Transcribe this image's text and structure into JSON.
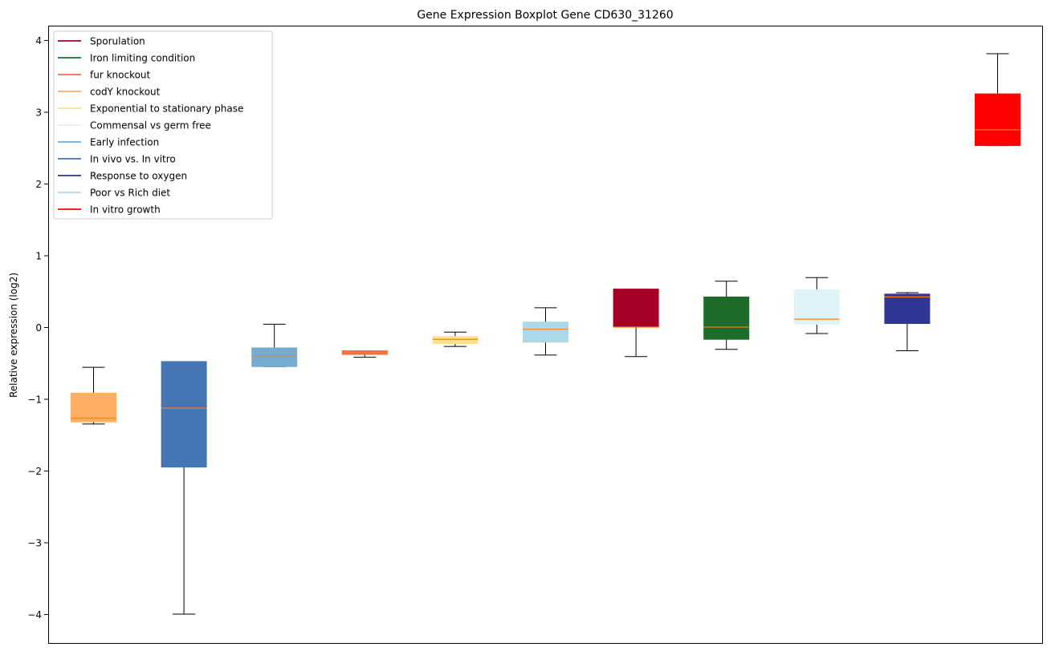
{
  "chart_data": {
    "type": "boxplot",
    "title": "Gene Expression Boxplot Gene CD630_31260",
    "xlabel": "",
    "ylabel": "Relative expression (log2)",
    "ylim": [
      -4.4,
      4.3
    ],
    "yticks": [
      -4,
      -3,
      -2,
      -1,
      0,
      1,
      2,
      3,
      4
    ],
    "ytick_labels": [
      "−4",
      "−3",
      "−2",
      "−1",
      "0",
      "1",
      "2",
      "3",
      "4"
    ],
    "grid": false,
    "median_color": "#ff7f0e",
    "legend": {
      "placement": "top-left",
      "entries": [
        {
          "label": "Sporulation",
          "color": "#a50026"
        },
        {
          "label": "Iron limiting condition",
          "color": "#1f6b2b"
        },
        {
          "label": "fur knockout",
          "color": "#f46d43"
        },
        {
          "label": "codY knockout",
          "color": "#fdae61"
        },
        {
          "label": "Exponential to stationary phase",
          "color": "#fee090"
        },
        {
          "label": "Commensal vs germ free",
          "color": "#e0f3f8"
        },
        {
          "label": "Early infection",
          "color": "#74add1"
        },
        {
          "label": "In vivo vs. In vitro",
          "color": "#4575b4"
        },
        {
          "label": "Response to oxygen",
          "color": "#313695"
        },
        {
          "label": "Poor vs Rich diet",
          "color": "#abd9e9"
        },
        {
          "label": "In vitro growth",
          "color": "#ff0000"
        }
      ]
    },
    "boxes": [
      {
        "group": "codY knockout",
        "color": "#fdae61",
        "whislo": -1.35,
        "q1": -1.32,
        "median": -1.27,
        "q3": -0.92,
        "whishi": -0.56
      },
      {
        "group": "In vivo vs. In vitro",
        "color": "#4575b4",
        "whislo": -4.0,
        "q1": -1.95,
        "median": -1.13,
        "q3": -0.48,
        "whishi": -0.48
      },
      {
        "group": "Early infection",
        "color": "#74add1",
        "whislo": -0.55,
        "q1": -0.55,
        "median": -0.4,
        "q3": -0.29,
        "whishi": 0.04
      },
      {
        "group": "fur knockout",
        "color": "#f46d43",
        "whislo": -0.42,
        "q1": -0.38,
        "median": -0.35,
        "q3": -0.33,
        "whishi": -0.33
      },
      {
        "group": "Exponential to stationary phase",
        "color": "#fee090",
        "whislo": -0.27,
        "q1": -0.23,
        "median": -0.17,
        "q3": -0.13,
        "whishi": -0.07
      },
      {
        "group": "Poor vs Rich diet",
        "color": "#abd9e9",
        "whislo": -0.39,
        "q1": -0.21,
        "median": -0.03,
        "q3": 0.07,
        "whishi": 0.27
      },
      {
        "group": "Sporulation",
        "color": "#a50026",
        "whislo": -0.41,
        "q1": 0.0,
        "median": 0.0,
        "q3": 0.53,
        "whishi": 0.53
      },
      {
        "group": "Iron limiting condition",
        "color": "#1f6b2b",
        "whislo": -0.31,
        "q1": -0.17,
        "median": 0.0,
        "q3": 0.42,
        "whishi": 0.64
      },
      {
        "group": "Commensal vs germ free",
        "color": "#e0f3f8",
        "whislo": -0.09,
        "q1": 0.04,
        "median": 0.11,
        "q3": 0.52,
        "whishi": 0.69
      },
      {
        "group": "Response to oxygen",
        "color": "#313695",
        "whislo": -0.33,
        "q1": 0.05,
        "median": 0.42,
        "q3": 0.46,
        "whishi": 0.48
      },
      {
        "group": "In vitro growth",
        "color": "#ff0000",
        "whislo": 2.53,
        "q1": 2.53,
        "median": 2.75,
        "q3": 3.25,
        "whishi": 3.81
      }
    ]
  }
}
